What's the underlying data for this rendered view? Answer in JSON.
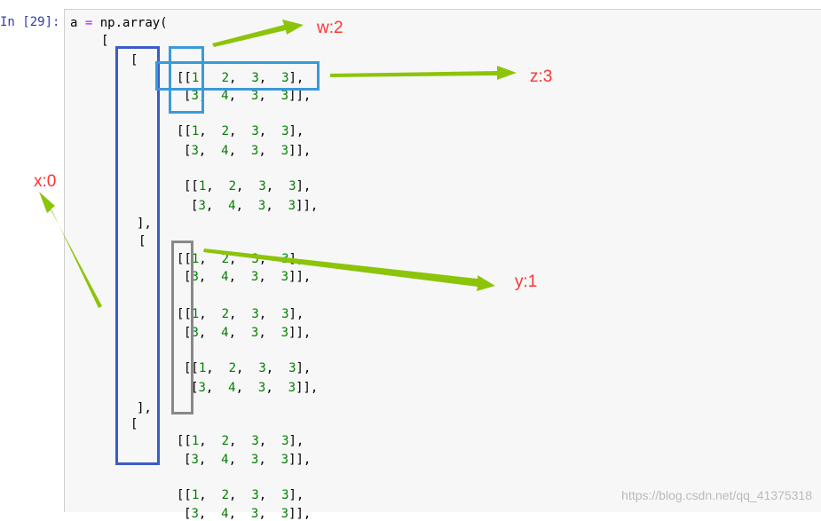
{
  "prompt": "In [29]:",
  "code": {
    "l1_var": "a",
    "l1_op": "=",
    "l1_call": "np.array(",
    "open_outer": "[",
    "open_block": "[",
    "close_block": "],",
    "row_open": "[[",
    "row_cont": "[",
    "row_close": "],",
    "row_end": "]],",
    "comma": ",",
    "row_a": [
      "1",
      "2",
      "3",
      "3"
    ],
    "row_b": [
      "3",
      "4",
      "3",
      "3"
    ]
  },
  "annotations": {
    "w": "w:2",
    "z": "z:3",
    "x": "x:0",
    "y": "y:1"
  },
  "colors": {
    "arrow": "#8cc40a",
    "box_blue_dark": "#3b5bc8",
    "box_blue_light": "#3a9ad9",
    "box_gray": "#888888",
    "label_red": "#ff3333"
  },
  "watermark": "https://blog.csdn.net/qq_41375318"
}
